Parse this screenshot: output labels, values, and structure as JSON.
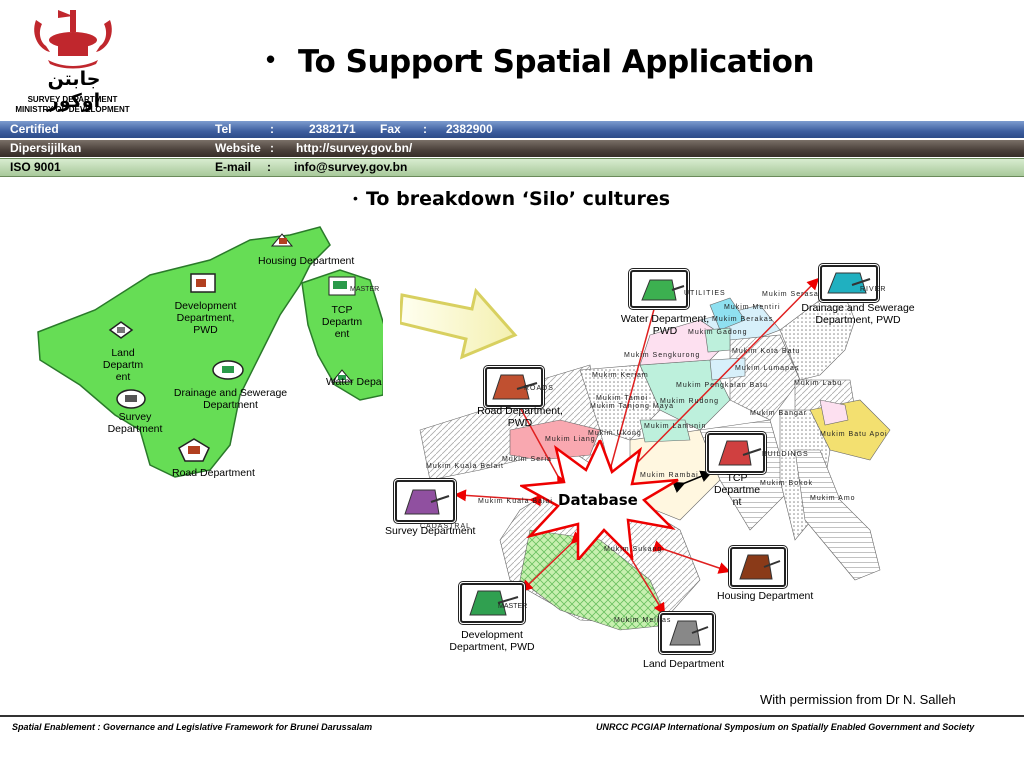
{
  "header": {
    "title": "To Support Spatial Application",
    "dept_line1": "SURVEY DEPARTMENT",
    "dept_line2": "MINISTRY OF DEVELOPMENT",
    "logo_script": "جابتن اوكور"
  },
  "bands": {
    "row1": {
      "left": "Certified",
      "tel_label": "Tel",
      "sep1": ":",
      "tel": "2382171",
      "fax_label": "Fax",
      "sep2": ":",
      "fax": "2382900"
    },
    "row2": {
      "left": "Dipersijilkan",
      "web_label": "Website",
      "sep": ":",
      "web": "http://survey.gov.bn/"
    },
    "row3": {
      "left": "ISO 9001",
      "email_label": "E-mail",
      "sep": ":",
      "email": "info@survey.gov.bn"
    }
  },
  "subtitle": "To breakdown ‘Silo’ cultures",
  "left_map": {
    "housing": "Housing Department",
    "development": "Development\nDepartment,\nPWD",
    "land": "Land\nDepartm\nent",
    "drainage": "Drainage and Sewerage\nDepartment",
    "survey": "Survey\nDepartment",
    "road": "Road Department",
    "tcp": "TCP\nDepartm\nent",
    "water": "Water Depa",
    "master_tag": "MASTER"
  },
  "right_map": {
    "database": "Database",
    "water": "Water Department,\nPWD",
    "drainage": "Drainage and Sewerage\nDepartment, PWD",
    "road": "Road Department,\nPWD",
    "tcp": "TCP\nDepartme\nnt",
    "survey": "Survey Department",
    "housing": "Housing Department",
    "development": "Development\nDepartment, PWD",
    "land": "Land Department",
    "tags": {
      "utilities": "UTILITIES",
      "river": "RIVER",
      "roads": "ROADS",
      "buildings": "BUILDINGS",
      "cadastral": "CADASTRAL",
      "master": "MASTER"
    },
    "mukims": {
      "serasa": "Mukim Serasa",
      "mentiri": "Mukim Mentiri",
      "berakas": "Mukim Berakas",
      "gadong": "Mukim Gadong",
      "kota_batu": "Mukim Kota Batu",
      "sengkurong": "Mukim Sengkurong",
      "lumapas": "Mukim Lumapas",
      "kiarong": "Mukim Keriam",
      "pengkalan_batu": "Mukim Pengkalan Batu",
      "labu": "Mukim Labu",
      "tanjong_maya": "Mukim Tanjong Maya",
      "tamoi": "Mukim Tamoi",
      "rudong": "Mukim Rudong",
      "bangar": "Mukim Bangar",
      "lamunin": "Mukim Lamunin",
      "ukong": "Mukim Ukong",
      "liang": "Mukim Liang",
      "batu_apoi": "Mukim Batu Apoi",
      "kuala_belait": "Mukim Kuala Belait",
      "seria": "Mukim Seria",
      "rambai": "Mukim Rambai",
      "bokok": "Mukim Bokok",
      "kuala_balai": "Mukim Kuala Balai",
      "amo": "Mukim Amo",
      "sukang": "Mukim Sukang",
      "melilas": "Mukim Melilas"
    }
  },
  "permission": "With permission from Dr N. Salleh",
  "footer": {
    "left": "Spatial Enablement : Governance and Legislative Framework for Brunei Darussalam",
    "right": "UNRCC PCGIAP International Symposium on Spatially Enabled Government and Society"
  }
}
